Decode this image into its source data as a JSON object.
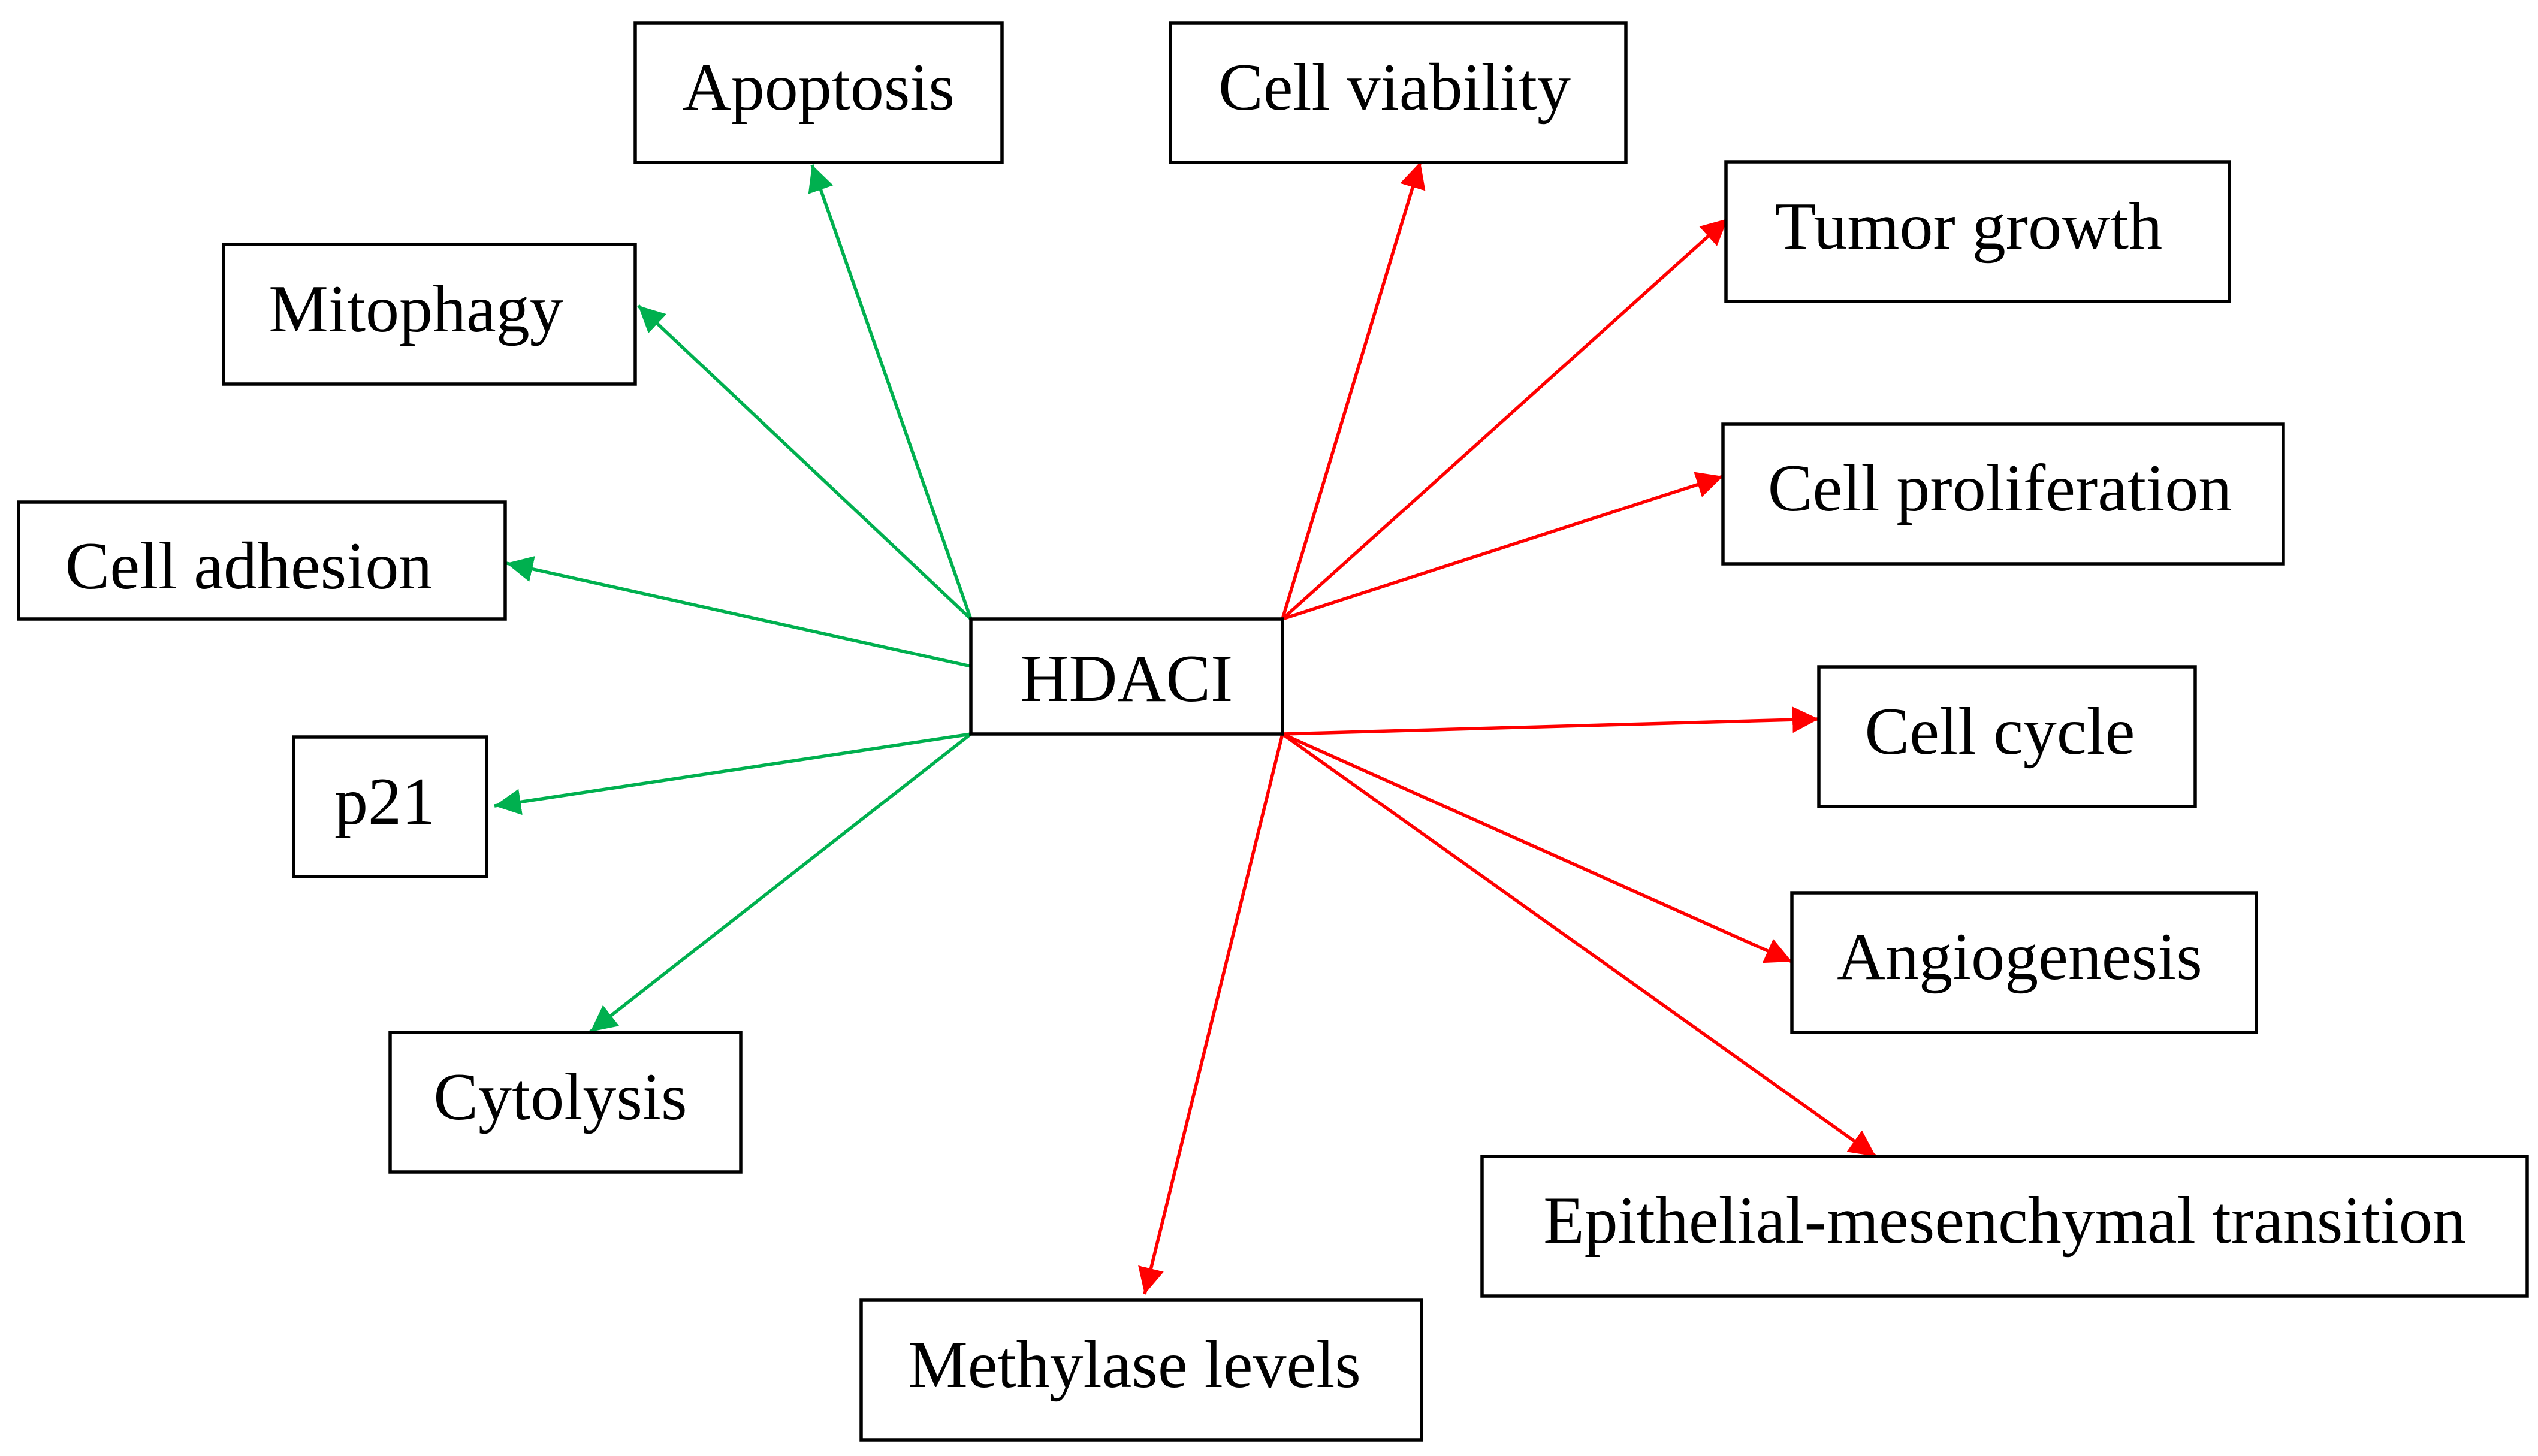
{
  "colors": {
    "increase": "#00b04f",
    "decrease": "#ff0000",
    "box_border": "#000000",
    "background": "#ffffff"
  },
  "center": {
    "id": "hdaci",
    "label": "HDACI"
  },
  "nodes": [
    {
      "id": "apoptosis",
      "label": "Apoptosis",
      "effect": "increase"
    },
    {
      "id": "mitophagy",
      "label": "Mitophagy",
      "effect": "increase"
    },
    {
      "id": "cell-adhesion",
      "label": "Cell adhesion",
      "effect": "increase"
    },
    {
      "id": "p21",
      "label": "p21",
      "effect": "increase"
    },
    {
      "id": "cytolysis",
      "label": "Cytolysis",
      "effect": "increase"
    },
    {
      "id": "cell-viability",
      "label": "Cell viability",
      "effect": "decrease"
    },
    {
      "id": "tumor-growth",
      "label": "Tumor growth",
      "effect": "decrease"
    },
    {
      "id": "cell-proliferation",
      "label": "Cell proliferation",
      "effect": "decrease"
    },
    {
      "id": "cell-cycle",
      "label": "Cell cycle",
      "effect": "decrease"
    },
    {
      "id": "angiogenesis",
      "label": "Angiogenesis",
      "effect": "decrease"
    },
    {
      "id": "emt",
      "label": "Epithelial-mesenchymal transition",
      "effect": "decrease"
    },
    {
      "id": "methylase-levels",
      "label": "Methylase levels",
      "effect": "decrease"
    }
  ]
}
